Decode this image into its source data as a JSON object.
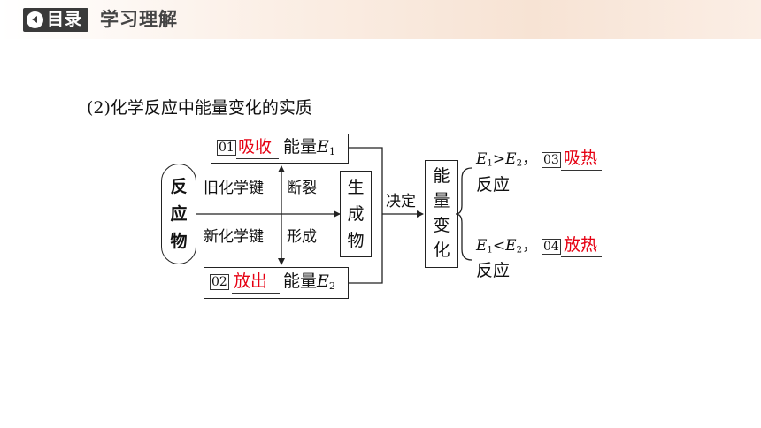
{
  "header": {
    "logo_label": "目录",
    "title": "学习理解"
  },
  "section_title": "(2)化学反应中能量变化的实质",
  "diagram": {
    "reactants": [
      "反",
      "应",
      "物"
    ],
    "products": [
      "生",
      "成",
      "物"
    ],
    "energy_change": [
      "能",
      "量",
      "变",
      "化"
    ],
    "top_num": "01",
    "top_answer": "吸收",
    "top_suffix": "能量",
    "bottom_num": "02",
    "bottom_answer": "放出",
    "bottom_suffix": "能量",
    "old_bond": "旧化学键",
    "break_label": "断裂",
    "new_bond": "新化学键",
    "form_label": "形成",
    "decide_label": "决定",
    "case1_rel": ">",
    "case1_num": "03",
    "case1_answer": "吸热",
    "case1_type": "反应",
    "case2_rel": "<",
    "case2_num": "04",
    "case2_answer": "放热",
    "case2_type": "反应",
    "comma": "，"
  }
}
